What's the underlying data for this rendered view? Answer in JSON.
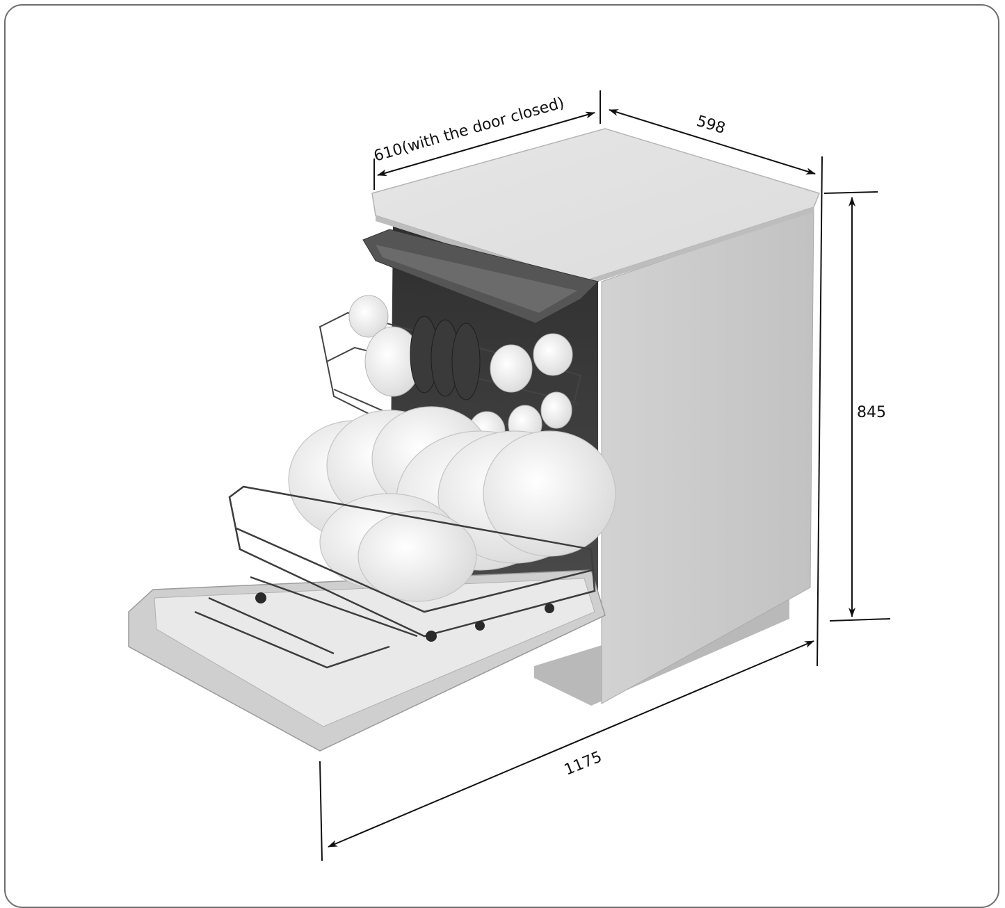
{
  "dimensions": {
    "depth_door_closed": "610(with the door closed)",
    "width": "598",
    "height": "845",
    "depth_door_open": "1175"
  }
}
